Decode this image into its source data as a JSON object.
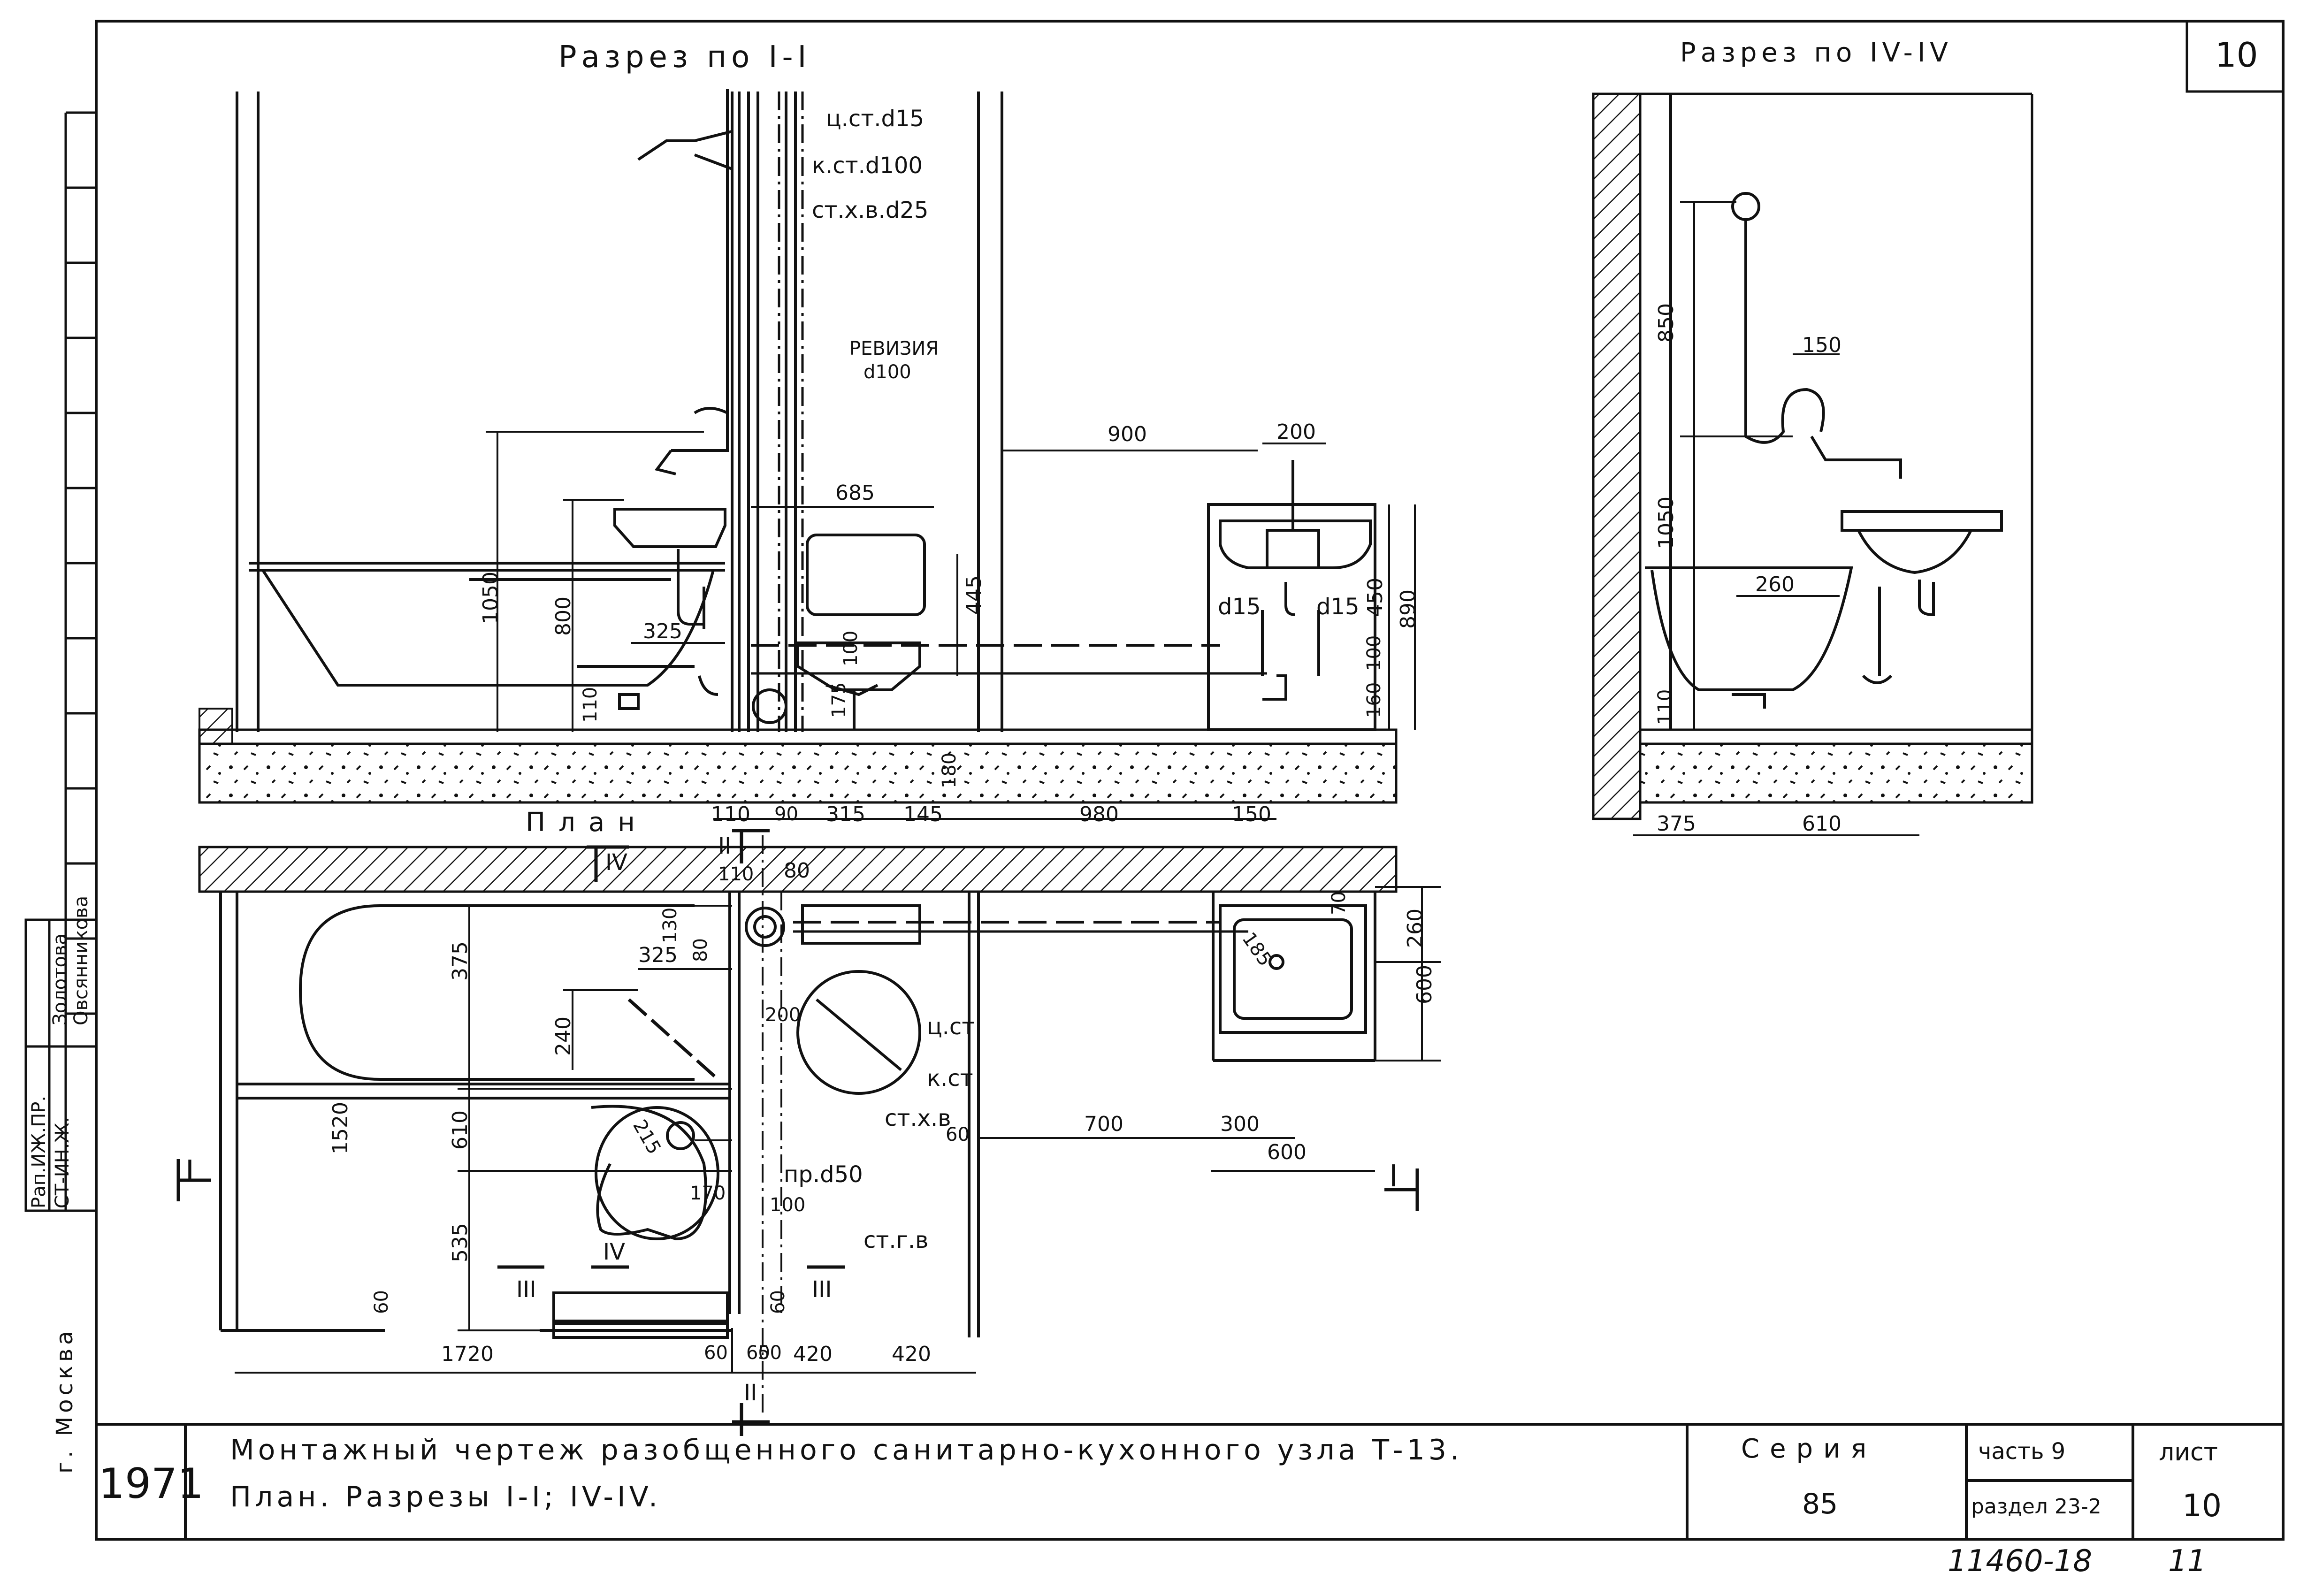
{
  "sheet_number_corner": "10",
  "section_1_title": "Разрез по I-I",
  "section_4_title": "Разрез по IV-IV",
  "plan_title": "План",
  "pipe_labels": {
    "hot_riser": "ц.ст.d15",
    "sewer_riser": "к.ст.d100",
    "cold_riser": "ст.х.в.d25",
    "revision": "РЕВИЗИЯ",
    "revision_d": "d100",
    "d15_left": "d15",
    "d15_right": "d15",
    "plan_hot": "ц.ст",
    "plan_sewer": "к.ст",
    "plan_cold": "ст.х.в",
    "plan_pr": "пр.d50",
    "plan_gv": "ст.г.в"
  },
  "section_1_dims": {
    "d1050": "1050",
    "d800": "800",
    "d325": "325",
    "d110": "110",
    "d685": "685",
    "d445": "445",
    "d100a": "100",
    "d175": "175",
    "d180": "180",
    "d900": "900",
    "d200": "200",
    "d450": "450",
    "d890": "890",
    "d100b": "100",
    "d160": "160"
  },
  "floor_dims": [
    "110",
    "90",
    "315",
    "145",
    "980",
    "150"
  ],
  "section_4_dims": {
    "d850": "850",
    "d150": "150",
    "d1050": "1050",
    "d260": "260",
    "d110": "110",
    "d375": "375",
    "d610": "610"
  },
  "plan_dims": {
    "d110": "110",
    "d80top": "80",
    "d130": "130",
    "d80": "80",
    "d375": "375",
    "d325": "325",
    "d240": "240",
    "d200": "200",
    "d1520": "1520",
    "d610": "610",
    "d215": "215",
    "d170": "170",
    "d100": "100",
    "d535": "535",
    "d60a": "60",
    "d60b": "60",
    "d60c": "60",
    "d60d": "60",
    "d700": "700",
    "d300": "300",
    "d600": "600",
    "d600v": "600",
    "d260": "260",
    "d185": "185",
    "d70": "70",
    "d1720": "1720",
    "d60e": "60",
    "d50": "50",
    "d420a": "420",
    "d420b": "420"
  },
  "section_marks": {
    "I_left": "I",
    "I_right": "I",
    "II_top": "II",
    "II_bottom": "II",
    "III_left": "III",
    "III_right": "III",
    "IV_top": "IV",
    "IV_plan": "IV"
  },
  "left_margin": {
    "position1": "Рап.ИЖ.ПР.",
    "position2": "СТ-ИН.Ж.",
    "name1": "Золотова",
    "name2": "Овсянникова",
    "city": "г. Москва"
  },
  "title_block": {
    "year": "1971",
    "title_line1": "Монтажный чертеж разобщенного санитарно-кухонного узла Т-13.",
    "title_line2": "План. Разрезы I-I; IV-IV.",
    "series_label": "Серия",
    "series_value": "85",
    "part": "часть 9",
    "section": "раздел 23-2",
    "sheet_label": "лист",
    "sheet_value": "10"
  },
  "footer_number": "11460-18",
  "footer_page": "11"
}
